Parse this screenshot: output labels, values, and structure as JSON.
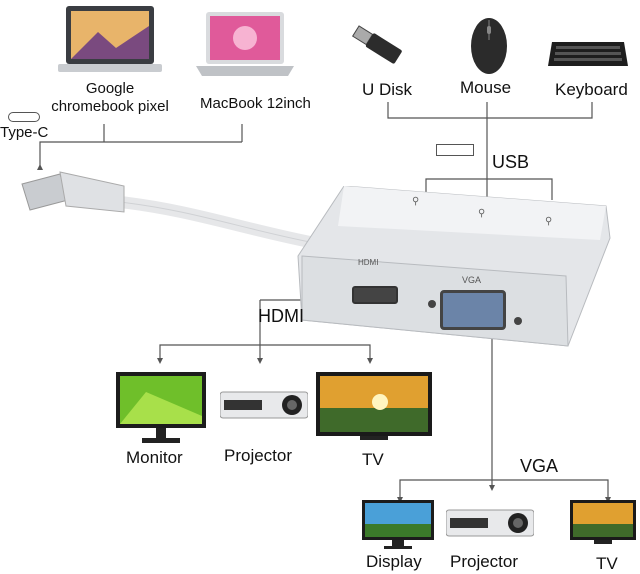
{
  "sources": {
    "chromebook": {
      "label_line1": "Google",
      "label_line2": "chromebook pixel"
    },
    "macbook": {
      "label": "MacBook 12inch"
    },
    "type_c": {
      "label": "Type-C"
    }
  },
  "usb": {
    "label": "USB",
    "devices": [
      {
        "label": "U Disk",
        "icon": "usb-flash-drive-icon"
      },
      {
        "label": "Mouse",
        "icon": "mouse-icon"
      },
      {
        "label": "Keyboard",
        "icon": "keyboard-icon"
      }
    ]
  },
  "adapter": {
    "hdmi_port_label": "HDMI",
    "vga_port_label": "VGA"
  },
  "hdmi": {
    "label": "HDMI",
    "devices": [
      {
        "label": "Monitor",
        "icon": "monitor-icon"
      },
      {
        "label": "Projector",
        "icon": "projector-icon"
      },
      {
        "label": "TV",
        "icon": "tv-icon"
      }
    ]
  },
  "vga": {
    "label": "VGA",
    "devices": [
      {
        "label": "Display",
        "icon": "display-icon"
      },
      {
        "label": "Projector",
        "icon": "projector-icon"
      },
      {
        "label": "TV",
        "icon": "tv-icon"
      }
    ]
  },
  "colors": {
    "line": "#555555",
    "adapter_body": "#e6e8ea",
    "screen_green": "#6fbf2a",
    "screen_sunset": "#e0a030"
  }
}
